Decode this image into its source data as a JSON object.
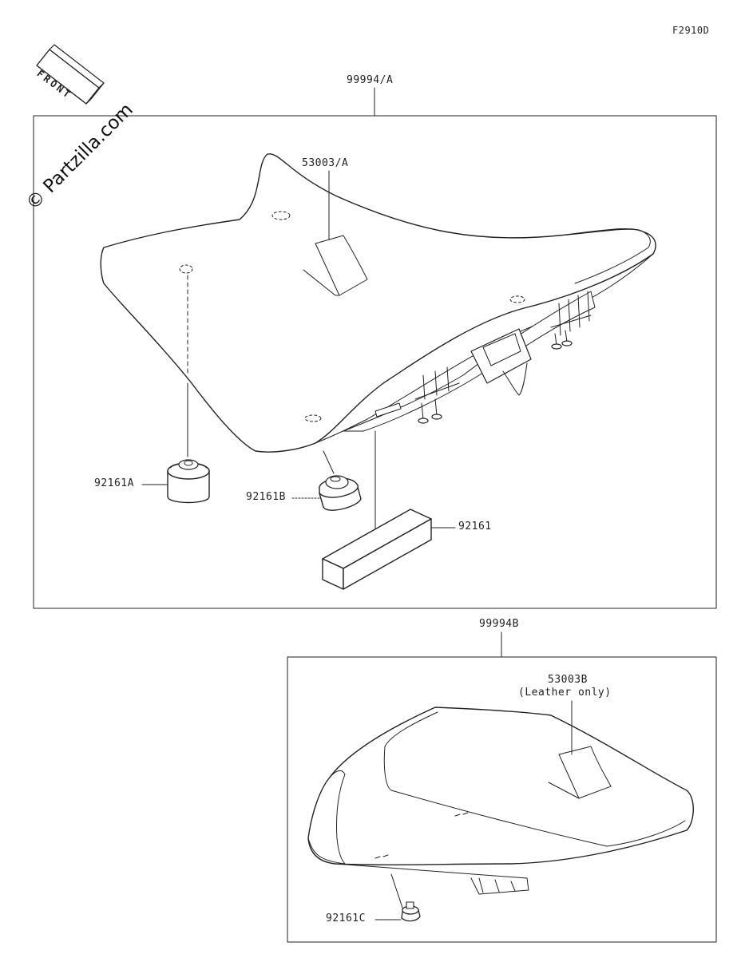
{
  "figure_code": "F2910D",
  "front_label": "FRONT",
  "watermark": "© Partzilla.com",
  "parts": {
    "seat_assembly_a": "99994/A",
    "seat_cover_a": "53003/A",
    "rubber_a": "92161A",
    "rubber_b": "92161B",
    "pad": "92161",
    "seat_assembly_b": "99994B",
    "seat_cover_b": "53003B",
    "seat_cover_b_note": "(Leather only)",
    "rubber_c": "92161C"
  }
}
